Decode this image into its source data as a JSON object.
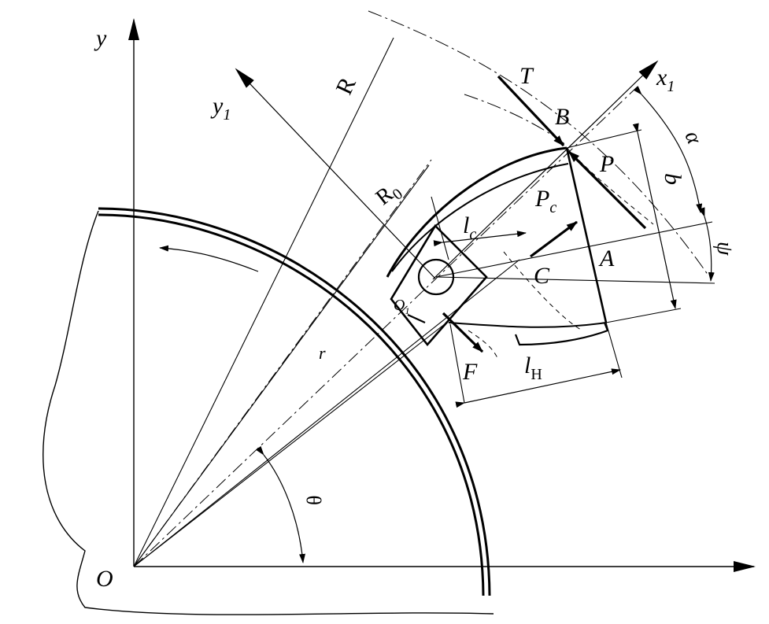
{
  "labels": {
    "y": "y",
    "y1": "y",
    "y1_sub": "1",
    "x1": "x",
    "x1_sub": "1",
    "R": "R",
    "R0": "R",
    "R0_sub": "0",
    "T": "T",
    "B": "B",
    "P": "P",
    "alpha": "α",
    "b": "b",
    "psi": "ψ",
    "Pc": "P",
    "Pc_sub": "c",
    "lc": "l",
    "lc_sub": "c",
    "A": "A",
    "C": "C",
    "O1": "O",
    "O1_sub": "1",
    "r": "r",
    "F": "F",
    "lH": "l",
    "lH_sub": "H",
    "theta": "θ",
    "O": "O"
  }
}
